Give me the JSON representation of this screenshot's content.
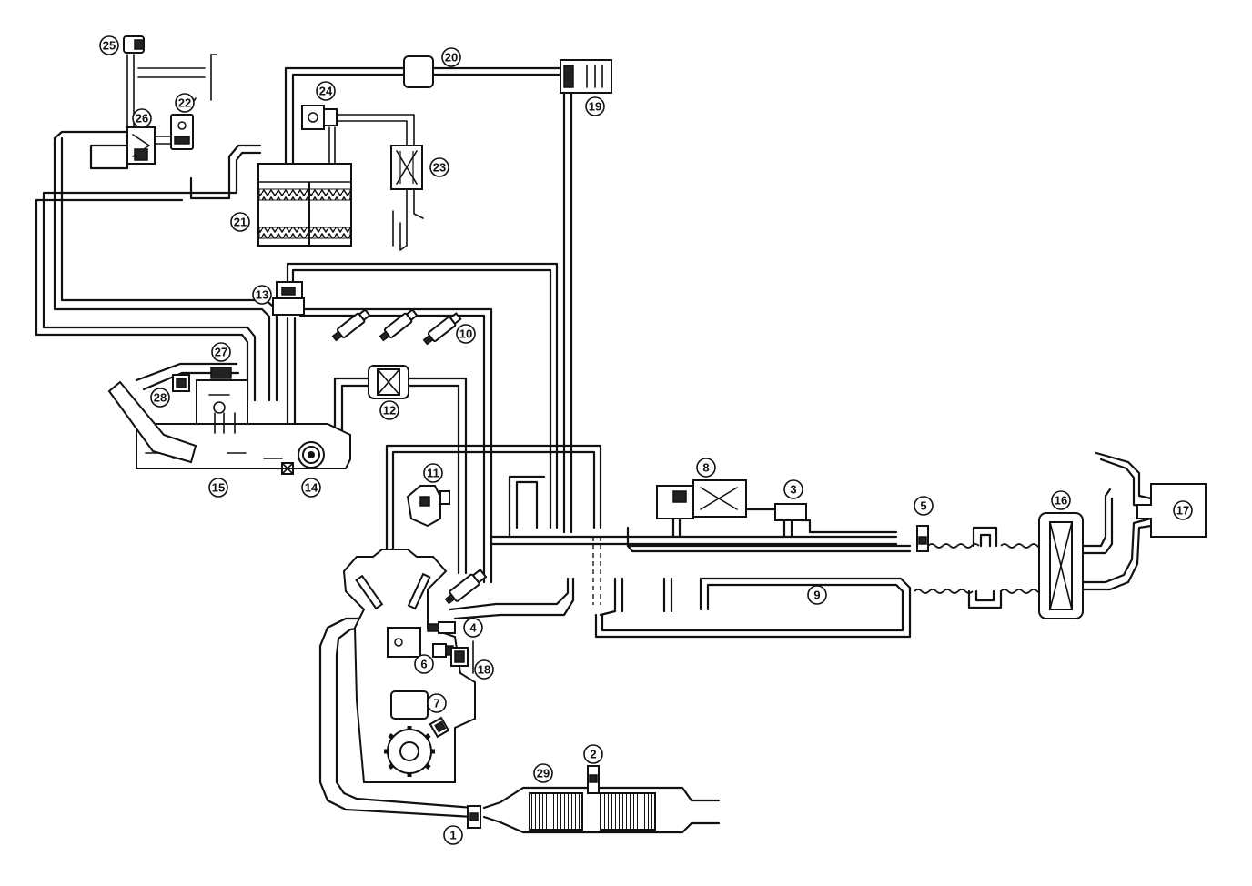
{
  "labels": {
    "n1": "1",
    "n2": "2",
    "n3": "3",
    "n4": "4",
    "n5": "5",
    "n6": "6",
    "n7": "7",
    "n8": "8",
    "n9": "9",
    "n10": "10",
    "n11": "11",
    "n12": "12",
    "n13": "13",
    "n14": "14",
    "n15": "15",
    "n16": "16",
    "n17": "17",
    "n18": "18",
    "n19": "19",
    "n20": "20",
    "n21": "21",
    "n22": "22",
    "n23": "23",
    "n24": "24",
    "n25": "25",
    "n26": "26",
    "n27": "27",
    "n28": "28",
    "n29": "29"
  },
  "colors": {
    "line": "#111111",
    "background": "#ffffff"
  }
}
